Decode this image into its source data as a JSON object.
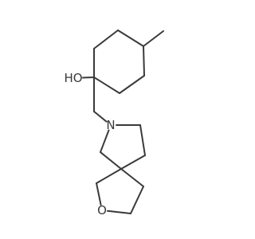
{
  "molecule": {
    "line_color": "#3a3a3a",
    "background": "#ffffff",
    "atoms": [
      {
        "id": "c_ring_top",
        "label": ""
      },
      {
        "id": "c_methyl_bearing",
        "label": ""
      },
      {
        "id": "c_methyl",
        "label": ""
      },
      {
        "id": "c_ring_right_lower",
        "label": ""
      },
      {
        "id": "c_ring_bottom",
        "label": ""
      },
      {
        "id": "c_quaternary",
        "label": ""
      },
      {
        "id": "c_ring_left_upper",
        "label": ""
      },
      {
        "id": "o_hydroxyl",
        "label": "HO"
      },
      {
        "id": "c_methylene",
        "label": ""
      },
      {
        "id": "n_pyrrolidine",
        "label": "N"
      },
      {
        "id": "c_pyr_right",
        "label": ""
      },
      {
        "id": "c_pyr_bottom_right",
        "label": ""
      },
      {
        "id": "c_spiro",
        "label": ""
      },
      {
        "id": "c_pyr_left",
        "label": ""
      },
      {
        "id": "c_thf_left",
        "label": ""
      },
      {
        "id": "o_ring",
        "label": "O"
      },
      {
        "id": "c_thf_bottom",
        "label": ""
      },
      {
        "id": "c_thf_right",
        "label": ""
      }
    ]
  }
}
